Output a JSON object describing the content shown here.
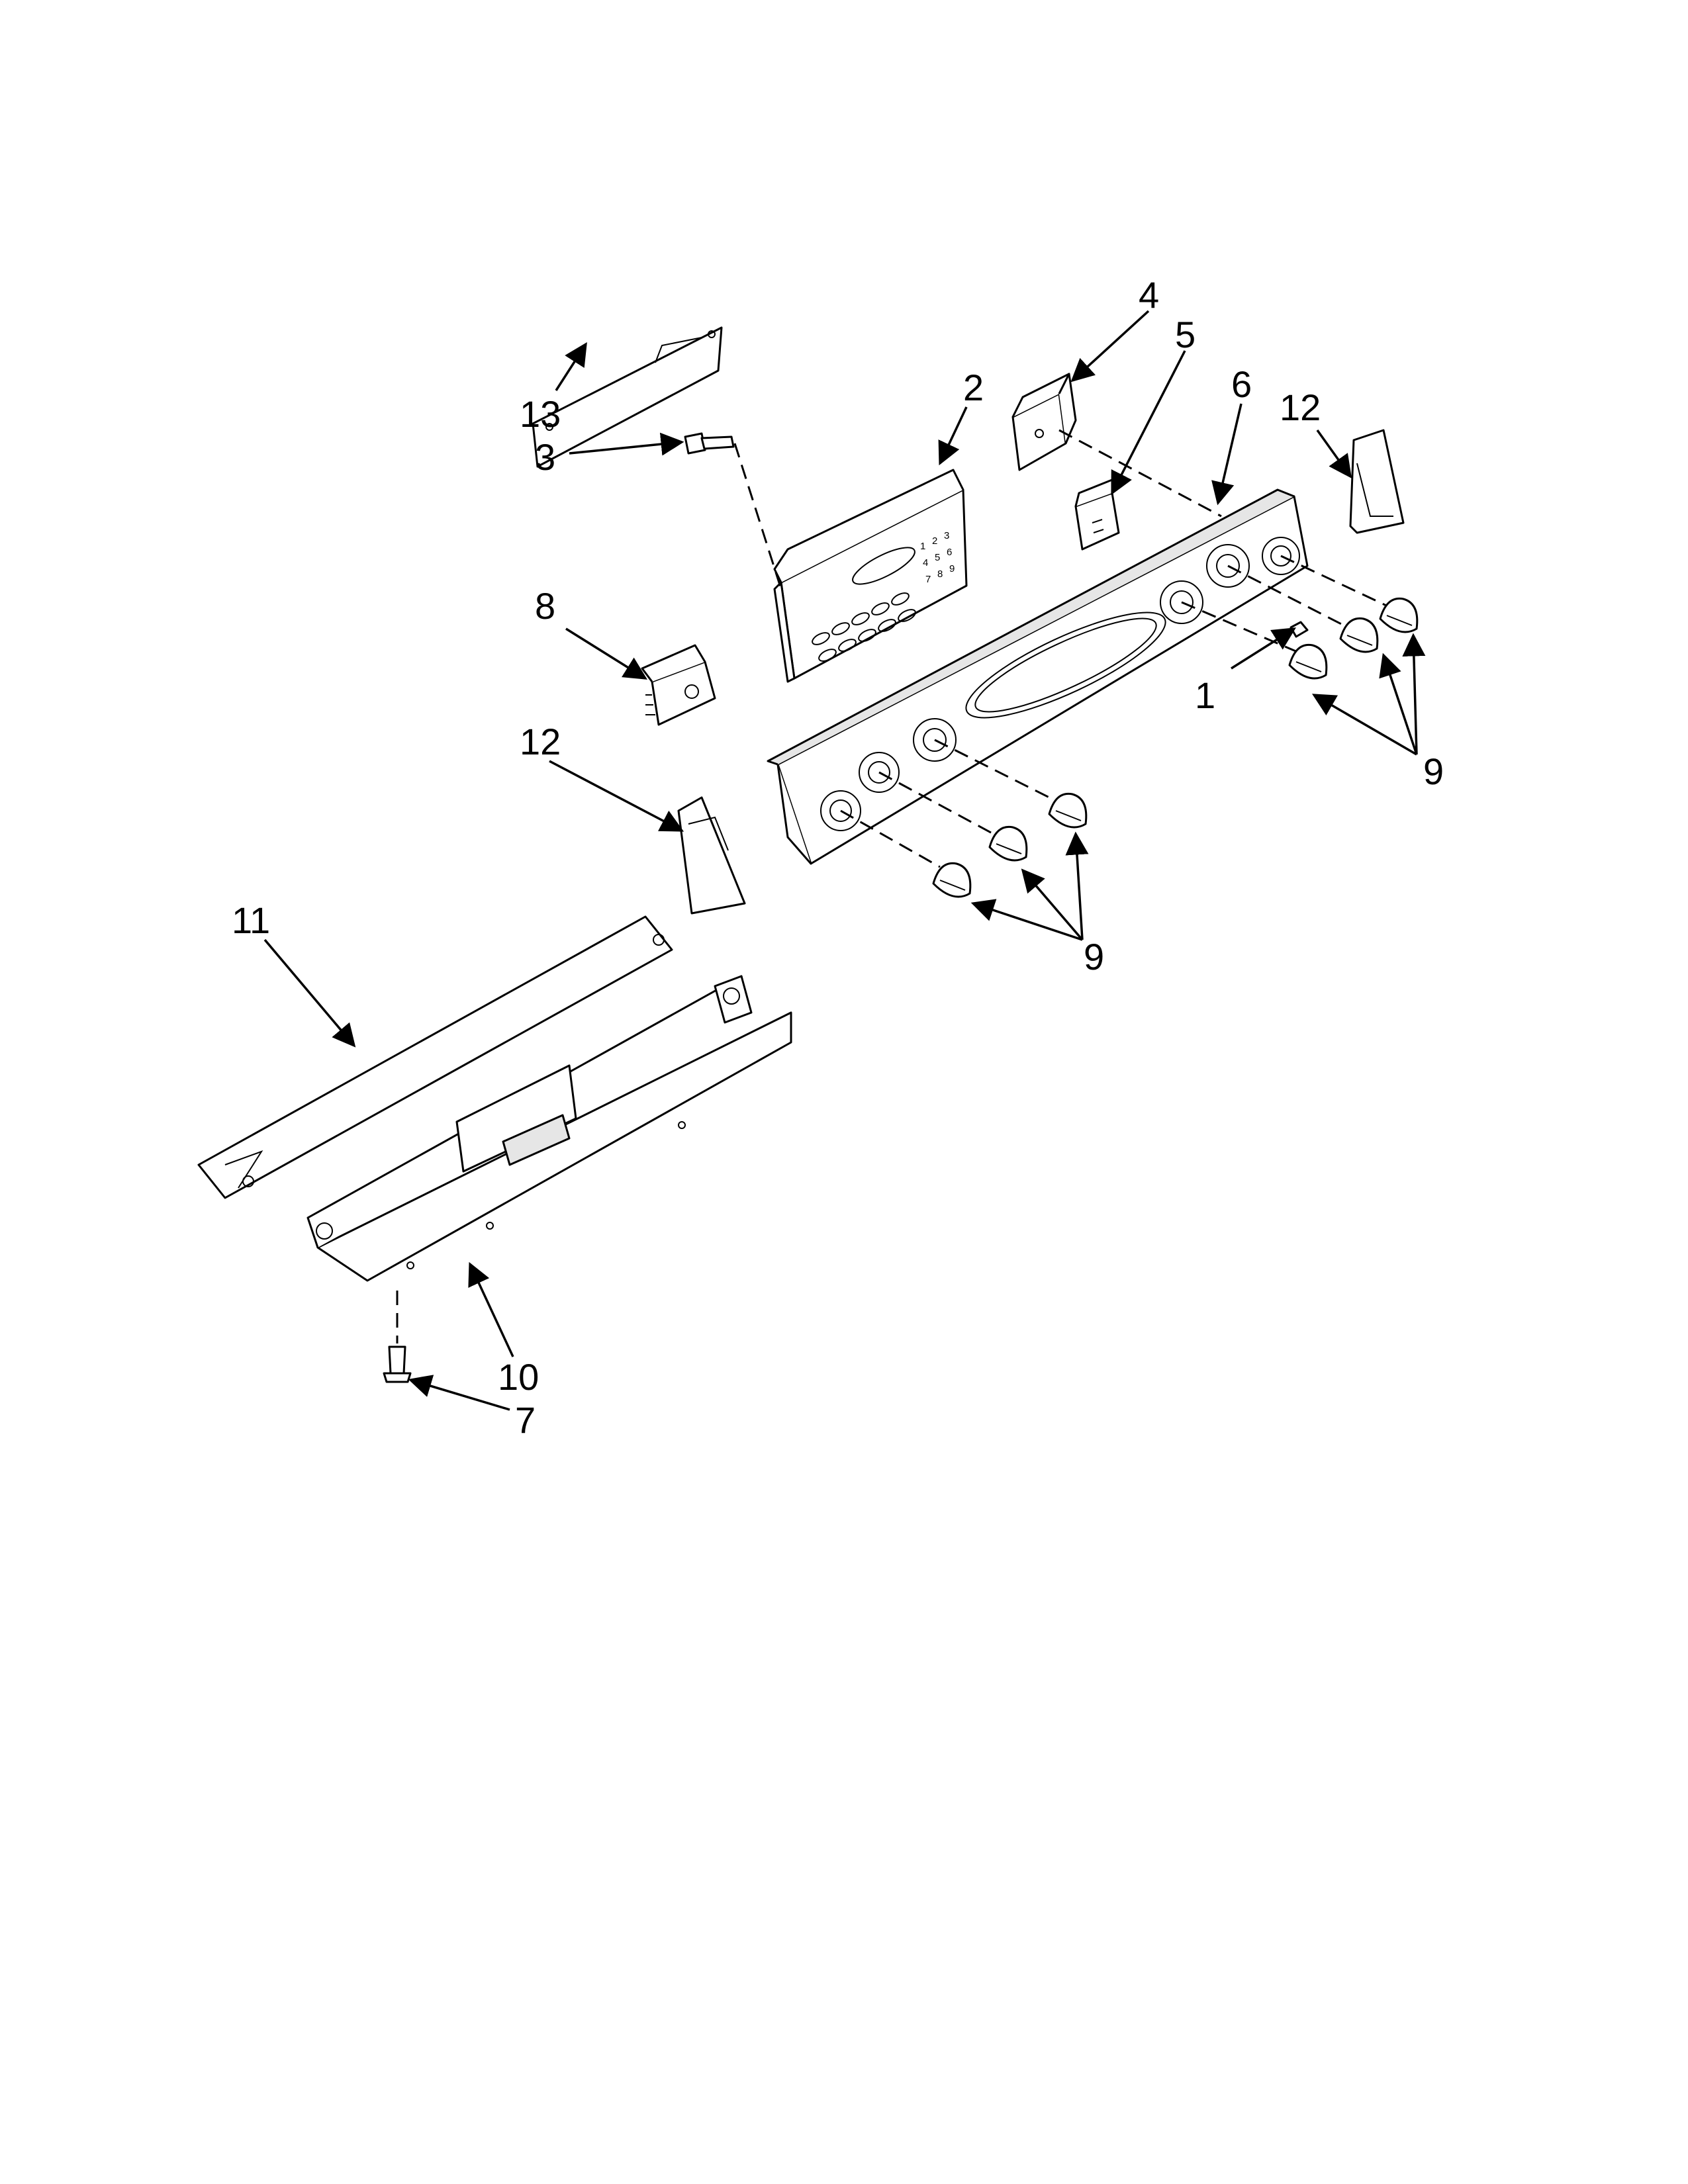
{
  "diagram": {
    "callouts": [
      {
        "id": "c13",
        "text": "13"
      },
      {
        "id": "c3",
        "text": "3"
      },
      {
        "id": "c8",
        "text": "8"
      },
      {
        "id": "c2",
        "text": "2"
      },
      {
        "id": "c4",
        "text": "4"
      },
      {
        "id": "c5",
        "text": "5"
      },
      {
        "id": "c6",
        "text": "6"
      },
      {
        "id": "c12a",
        "text": "12"
      },
      {
        "id": "c12b",
        "text": "12"
      },
      {
        "id": "c1",
        "text": "1"
      },
      {
        "id": "c9a",
        "text": "9"
      },
      {
        "id": "c9b",
        "text": "9"
      },
      {
        "id": "c11",
        "text": "11"
      },
      {
        "id": "c10",
        "text": "10"
      },
      {
        "id": "c7",
        "text": "7"
      }
    ],
    "keypad_digits": [
      "1",
      "2",
      "3",
      "4",
      "5",
      "6",
      "7",
      "8",
      "9"
    ]
  }
}
